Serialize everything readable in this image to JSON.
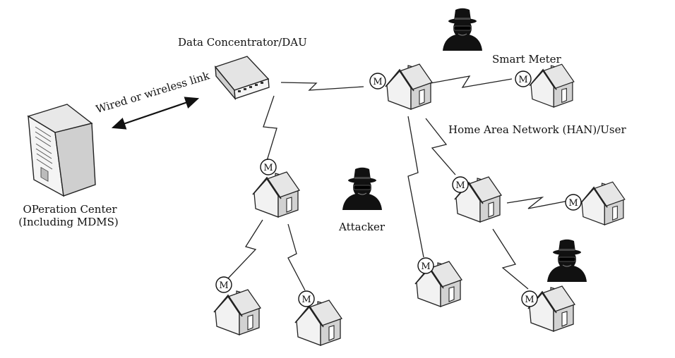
{
  "labels": {
    "data_concentrator": "Data Concentrator/DAU",
    "link": "Wired or wireless link",
    "operation_center_line1": "OPeration Center",
    "operation_center_line2": "(Including MDMS)",
    "smart_meter": "Smart Meter",
    "han_user": "Home Area Network (HAN)/User",
    "attacker": "Attacker"
  },
  "meter_letter": "M",
  "colors": {
    "stroke": "#222222",
    "house_front": "#f2f2f2",
    "house_side": "#d2d2d2",
    "roof_light": "#e6e6e6",
    "roof_dark": "#bdbdbd",
    "attacker": "#111111"
  }
}
